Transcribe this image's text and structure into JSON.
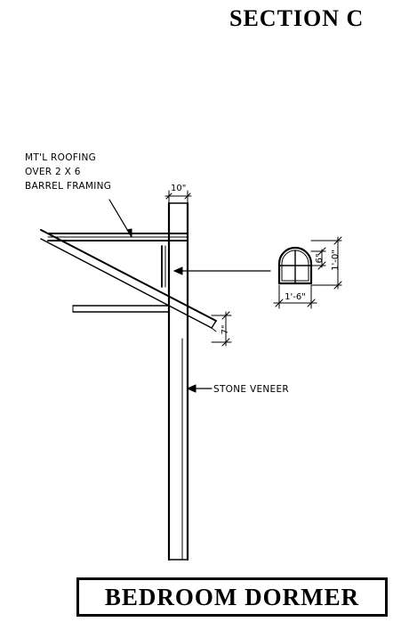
{
  "header": {
    "section_title": "SECTION C"
  },
  "labels": {
    "roofing_line1": "MT'L ROOFING",
    "roofing_line2": "OVER 2 X 6",
    "roofing_line3": "BARREL FRAMING",
    "stone_veneer": "STONE VENEER"
  },
  "dimensions": {
    "wall_width": "10\"",
    "overhang": "7\"",
    "window_height": "6\"",
    "window_total_height": "1'-0\"",
    "window_width": "1'-6\""
  },
  "footer": {
    "title": "BEDROOM DORMER"
  },
  "colors": {
    "ink": "#000000",
    "paper": "#ffffff"
  }
}
